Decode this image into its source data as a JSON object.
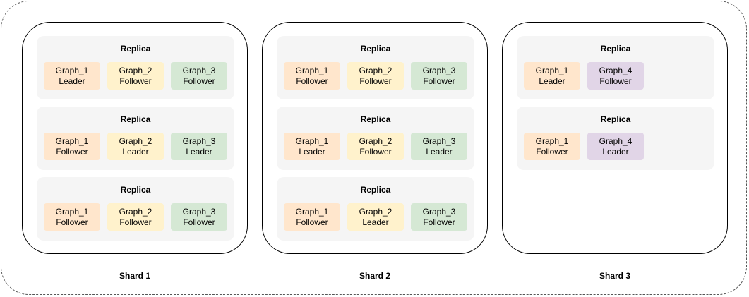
{
  "colors": {
    "Graph_1": "#ffe6cc",
    "Graph_2": "#fff2cc",
    "Graph_3": "#d5e8d4",
    "Graph_4": "#e1d5e7"
  },
  "shards": [
    {
      "label": "Shard 1",
      "replicas": [
        {
          "title": "Replica",
          "nodes": [
            {
              "graph": "Graph_1",
              "role": "Leader"
            },
            {
              "graph": "Graph_2",
              "role": "Follower"
            },
            {
              "graph": "Graph_3",
              "role": "Follower"
            }
          ]
        },
        {
          "title": "Replica",
          "nodes": [
            {
              "graph": "Graph_1",
              "role": "Follower"
            },
            {
              "graph": "Graph_2",
              "role": "Leader"
            },
            {
              "graph": "Graph_3",
              "role": "Leader"
            }
          ]
        },
        {
          "title": "Replica",
          "nodes": [
            {
              "graph": "Graph_1",
              "role": "Follower"
            },
            {
              "graph": "Graph_2",
              "role": "Follower"
            },
            {
              "graph": "Graph_3",
              "role": "Follower"
            }
          ]
        }
      ]
    },
    {
      "label": "Shard 2",
      "replicas": [
        {
          "title": "Replica",
          "nodes": [
            {
              "graph": "Graph_1",
              "role": "Follower"
            },
            {
              "graph": "Graph_2",
              "role": "Follower"
            },
            {
              "graph": "Graph_3",
              "role": "Follower"
            }
          ]
        },
        {
          "title": "Replica",
          "nodes": [
            {
              "graph": "Graph_1",
              "role": "Leader"
            },
            {
              "graph": "Graph_2",
              "role": "Follower"
            },
            {
              "graph": "Graph_3",
              "role": "Leader"
            }
          ]
        },
        {
          "title": "Replica",
          "nodes": [
            {
              "graph": "Graph_1",
              "role": "Follower"
            },
            {
              "graph": "Graph_2",
              "role": "Leader"
            },
            {
              "graph": "Graph_3",
              "role": "Follower"
            }
          ]
        }
      ]
    },
    {
      "label": "Shard 3",
      "replicas": [
        {
          "title": "Replica",
          "nodes": [
            {
              "graph": "Graph_1",
              "role": "Leader"
            },
            {
              "graph": "Graph_4",
              "role": "Follower"
            }
          ]
        },
        {
          "title": "Replica",
          "nodes": [
            {
              "graph": "Graph_1",
              "role": "Follower"
            },
            {
              "graph": "Graph_4",
              "role": "Leader"
            }
          ]
        }
      ]
    }
  ]
}
